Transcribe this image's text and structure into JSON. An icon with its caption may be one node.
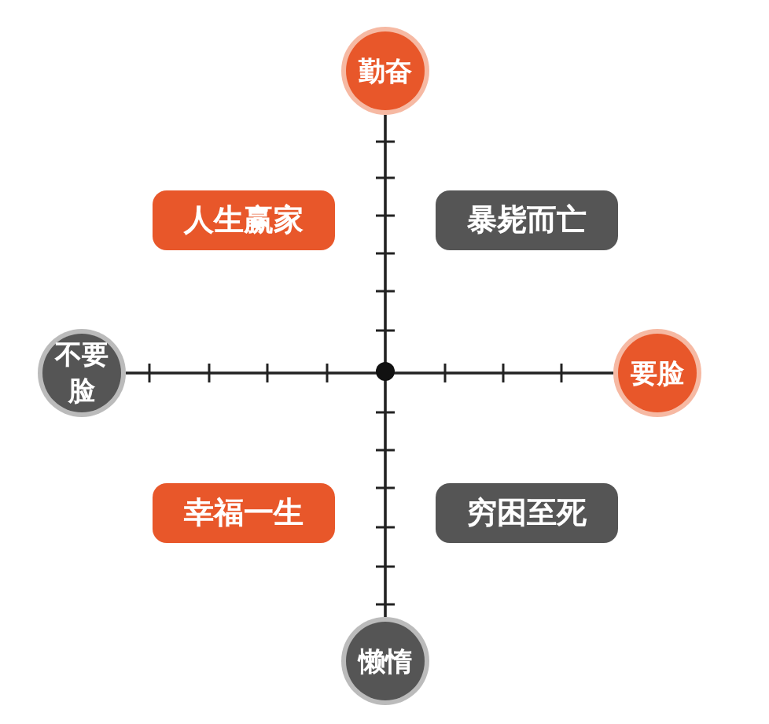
{
  "diagram": {
    "nodes": [
      {
        "text": [
          "勤奋"
        ]
      },
      {
        "text": [
          "人生赢家"
        ]
      },
      {
        "text": [
          "暴毙而亡"
        ]
      },
      {
        "text": [
          "不要脸"
        ]
      },
      {
        "text": [
          "要脸"
        ]
      },
      {
        "text": [
          "幸福一生"
        ]
      },
      {
        "text": [
          "穷困至死"
        ]
      },
      {
        "text": [
          "懒惰"
        ]
      }
    ],
    "edges": [
      {
        "from": 0,
        "to": 7,
        "arrow": "none"
      },
      {
        "from": 3,
        "to": 4,
        "arrow": "none"
      }
    ]
  }
}
